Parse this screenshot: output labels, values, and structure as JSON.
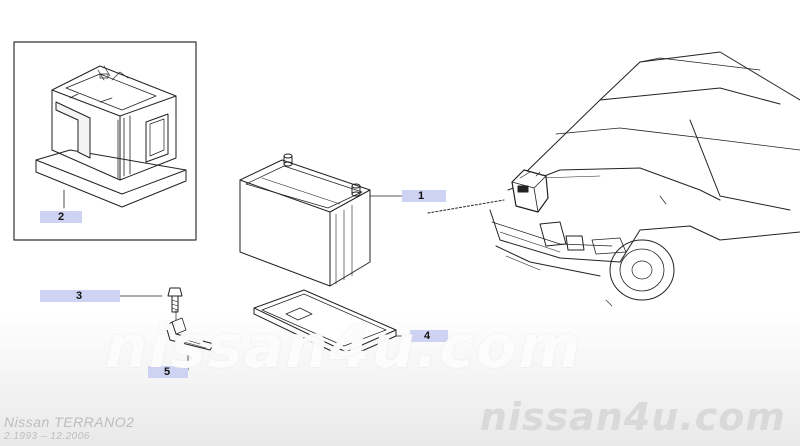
{
  "watermark": {
    "center": "nissan4u.com",
    "corner": "nissan4u.com"
  },
  "footer": {
    "model": "Nissan TERRANO2",
    "dates": "2.1993 – 12.2006"
  },
  "callouts": [
    {
      "number": "1",
      "part": "battery"
    },
    {
      "number": "2",
      "part": "battery-cover"
    },
    {
      "number": "3",
      "part": "bolt"
    },
    {
      "number": "4",
      "part": "battery-tray"
    },
    {
      "number": "5",
      "part": "hold-down-clamp"
    }
  ]
}
